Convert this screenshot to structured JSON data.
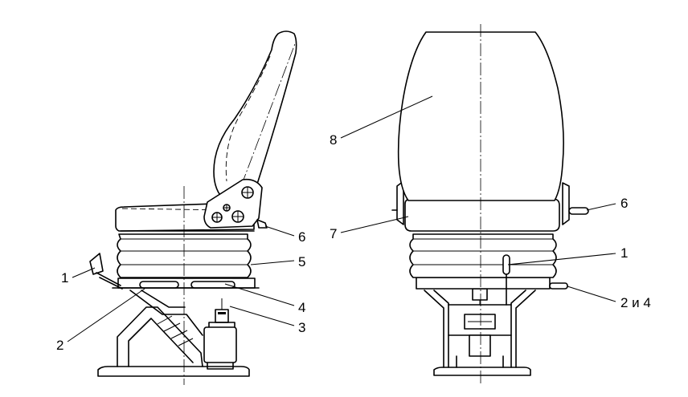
{
  "labels": {
    "left_1": "1",
    "left_2": "2",
    "left_3": "3",
    "left_4": "4",
    "left_5": "5",
    "left_6": "6",
    "right_1": "1",
    "right_2_4": "2 и 4",
    "right_6": "6",
    "right_7": "7",
    "right_8": "8"
  }
}
